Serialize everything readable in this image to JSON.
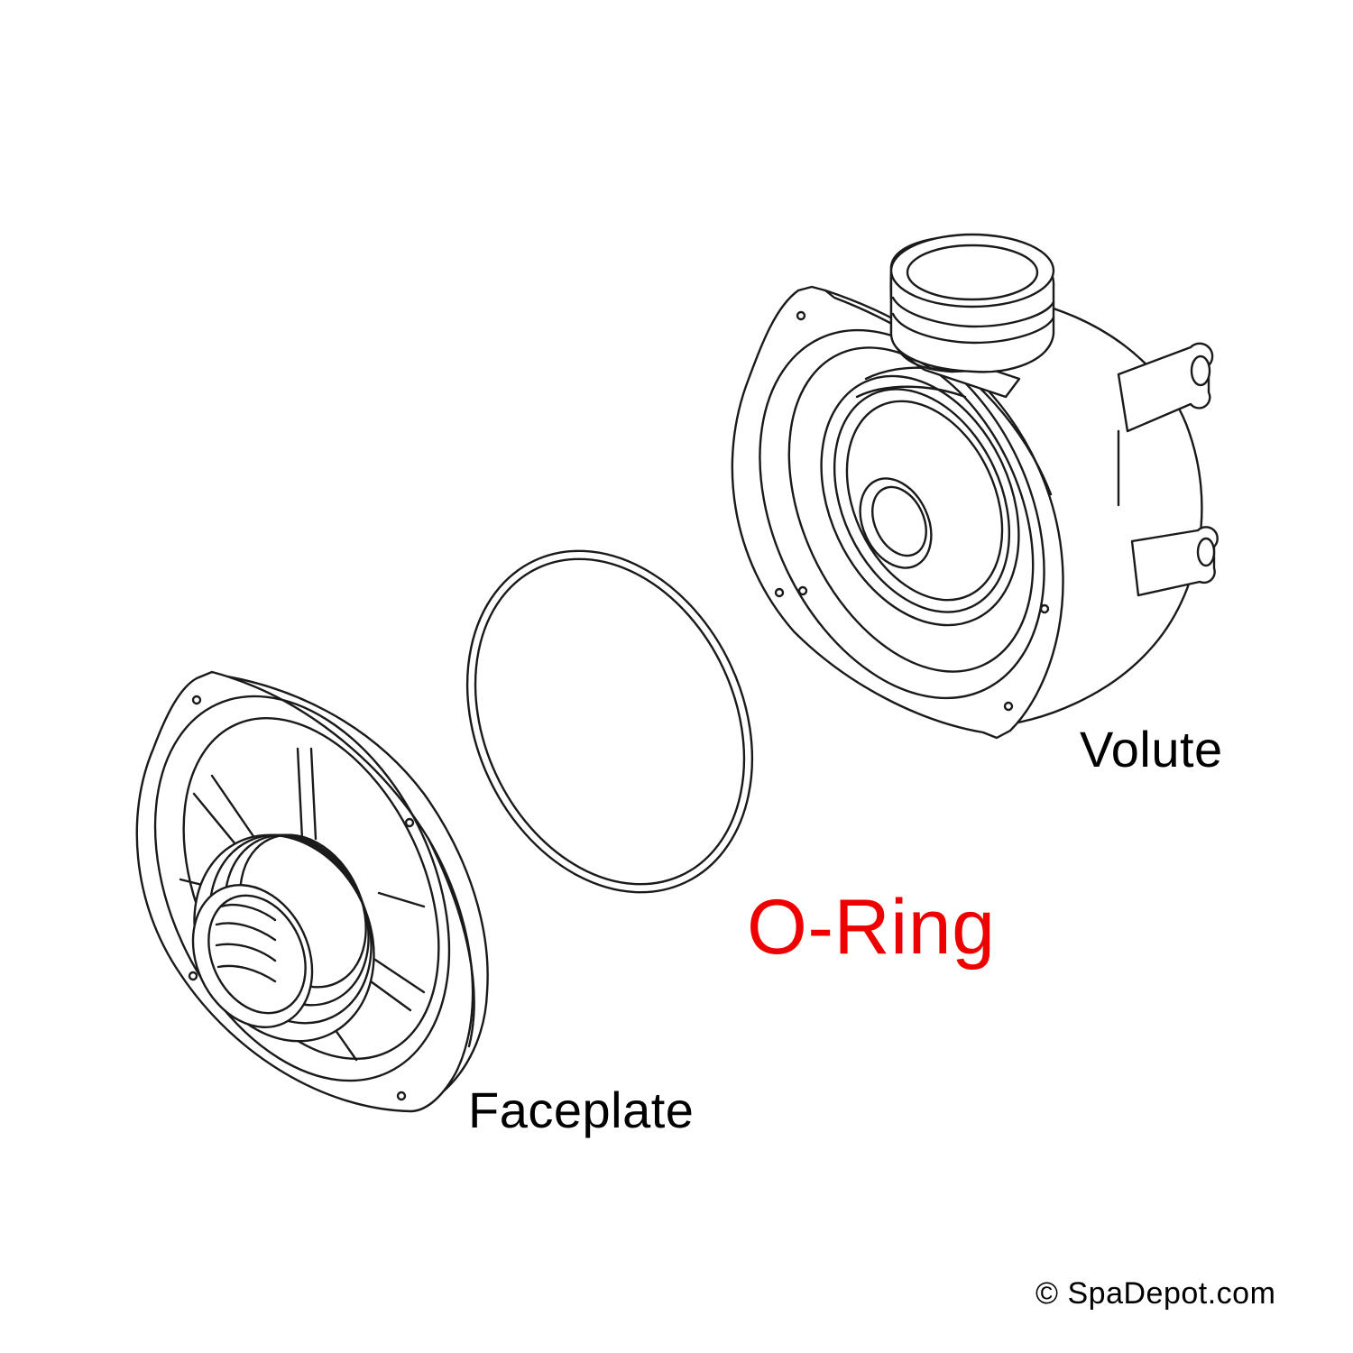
{
  "labels": {
    "volute": "Volute",
    "o_ring": "O-Ring",
    "faceplate": "Faceplate",
    "copyright": "© SpaDepot.com"
  },
  "colors": {
    "line": "#1a1a1a",
    "label_default": "#000000",
    "label_highlight": "#ee0000",
    "background": "#ffffff"
  }
}
